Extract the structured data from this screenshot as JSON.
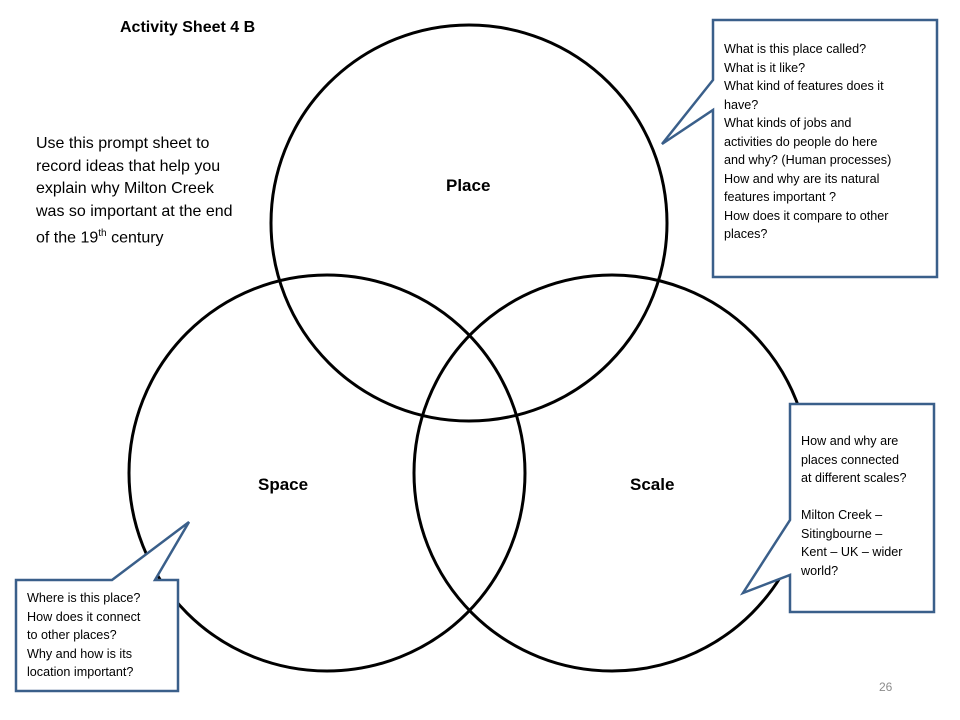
{
  "title": "Activity Sheet 4 B",
  "intro": {
    "lines": [
      "Use this prompt sheet to",
      "record ideas that help you",
      "explain why Milton Creek",
      "was so important at the end"
    ],
    "last_line_prefix": "of the 19",
    "last_line_sup": "th",
    "last_line_suffix": " century"
  },
  "circles": {
    "place": "Place",
    "space": "Space",
    "scale": "Scale"
  },
  "callouts": {
    "place": [
      "What is this place called?",
      "What is it like?",
      "What kind of features does it",
      "have?",
      "What kinds of jobs and",
      "activities do people do here",
      "and why? (Human processes)",
      "How and why are its natural",
      "features important ?",
      "How does it compare to other",
      "places?"
    ],
    "scale": [
      "How and why are",
      "places connected",
      "at different scales?",
      "",
      "Milton Creek –",
      "Sitingbourne –",
      "Kent – UK – wider",
      "world?"
    ],
    "space": [
      "Where is this place?",
      "How does it connect",
      "to other places?",
      "Why and how is its",
      "location important?"
    ]
  },
  "colors": {
    "circle_stroke": "#000000",
    "callout_stroke": "#3a5f8a",
    "callout_fill": "#ffffff",
    "page_number": "#8c8c8c"
  },
  "page_number": "26"
}
